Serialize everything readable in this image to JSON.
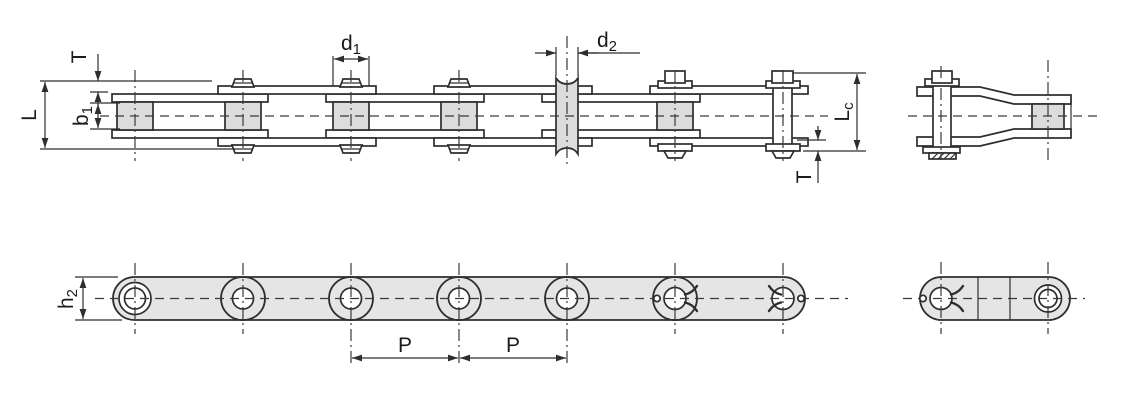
{
  "colors": {
    "line": "#2e2e2e",
    "plate_fill": "#e5e5e5",
    "roller_fill": "#dcdcdc",
    "background": "#ffffff"
  },
  "dimension_labels": {
    "t_top": {
      "main": "T",
      "sub": ""
    },
    "l": {
      "main": "L",
      "sub": ""
    },
    "b1": {
      "main": "b",
      "sub": "1"
    },
    "d1": {
      "main": "d",
      "sub": "1"
    },
    "d2": {
      "main": "d",
      "sub": "2"
    },
    "lc": {
      "main": "L",
      "sub": "c"
    },
    "t_bottom": {
      "main": "T",
      "sub": ""
    },
    "h2": {
      "main": "h",
      "sub": "2"
    },
    "p1": {
      "main": "P",
      "sub": ""
    },
    "p2": {
      "main": "P",
      "sub": ""
    }
  }
}
